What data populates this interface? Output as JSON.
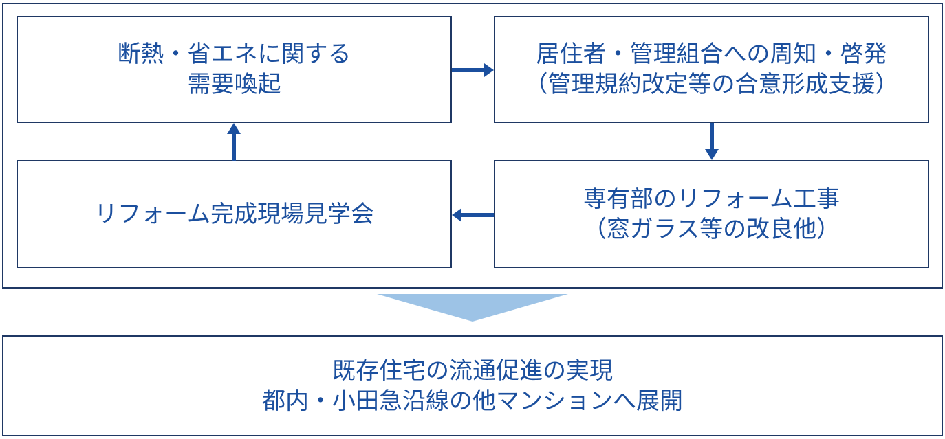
{
  "colors": {
    "box_border": "#1F3864",
    "text": "#1B4F9E",
    "arrow": "#1B4F9E",
    "funnel_arrow": "#9DC3E6",
    "background": "#FFFFFF"
  },
  "cycle": {
    "boxes": [
      {
        "id": "demand",
        "lines": [
          "断熱・省エネに関する",
          "需要喚起"
        ]
      },
      {
        "id": "notice",
        "lines": [
          "居住者・管理組合への周知・啓発",
          "（管理規約改定等の合意形成支援）"
        ]
      },
      {
        "id": "tour",
        "lines": [
          "リフォーム完成現場見学会"
        ]
      },
      {
        "id": "reform",
        "lines": [
          "専有部のリフォーム工事",
          "（窓ガラス等の改良他）"
        ]
      }
    ],
    "arrows": [
      {
        "from": "demand",
        "to": "notice",
        "direction": "right"
      },
      {
        "from": "notice",
        "to": "reform",
        "direction": "down"
      },
      {
        "from": "reform",
        "to": "tour",
        "direction": "left"
      },
      {
        "from": "tour",
        "to": "demand",
        "direction": "up"
      }
    ]
  },
  "outcome": {
    "lines": [
      "既存住宅の流通促進の実現",
      "都内・小田急沿線の他マンションへ展開"
    ]
  }
}
